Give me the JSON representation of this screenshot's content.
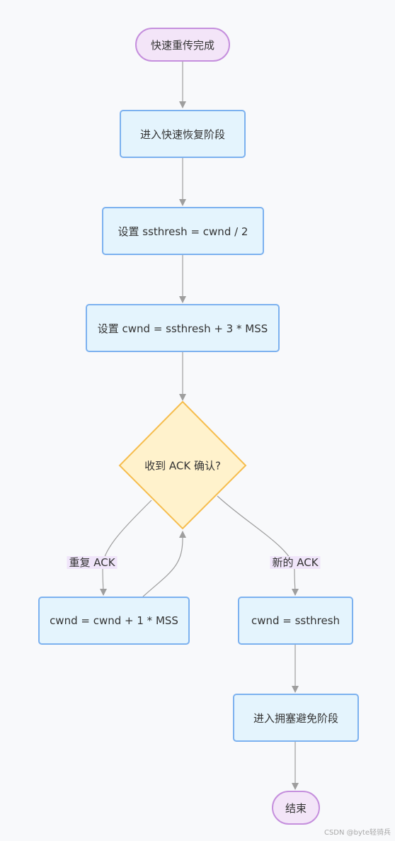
{
  "diagram": {
    "start": "快速重传完成",
    "enter_fast_recovery": "进入快速恢复阶段",
    "set_ssthresh": "设置 ssthresh = cwnd / 2",
    "set_cwnd": "设置 cwnd = ssthresh + 3 * MSS",
    "decision": "收到 ACK 确认?",
    "dup_ack_label": "重复 ACK",
    "new_ack_label": "新的 ACK",
    "cwnd_increase": "cwnd = cwnd + 1 * MSS",
    "cwnd_reset": "cwnd = ssthresh",
    "enter_congestion_avoidance": "进入拥塞避免阶段",
    "end": "结束"
  },
  "colors": {
    "terminal_fill": "#f3e5f8",
    "terminal_border": "#c58fdd",
    "process_fill": "#e4f4fd",
    "process_border": "#7cb1ef",
    "decision_fill": "#fff2cc",
    "decision_border": "#f6bd4d",
    "edge": "#9e9e9e",
    "edge_label_bg": "#f0e5fa"
  },
  "watermark": "CSDN @byte轻骑兵"
}
